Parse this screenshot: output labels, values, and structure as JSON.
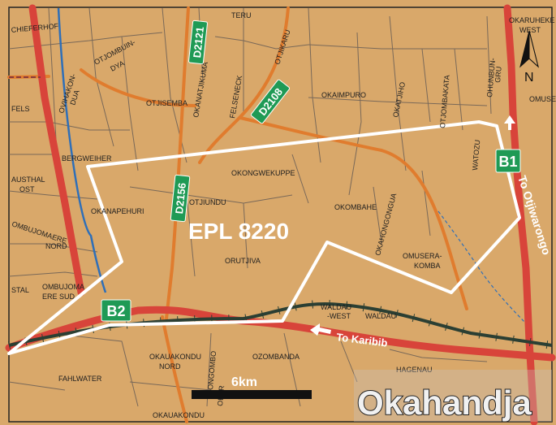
{
  "colors": {
    "land": "#d9a86a",
    "farm_boundary": "#6f6257",
    "trunk_road": "#d8443a",
    "district_road": "#e07c2e",
    "railway": "#2b3f33",
    "river": "#2f6fb8",
    "epl_boundary": "#ffffff",
    "shield": "#1f9a55"
  },
  "epl": {
    "label": "EPL 8220"
  },
  "roads": {
    "b1": "B1",
    "b2": "B2",
    "d2121": "D2121",
    "d2108": "D2108",
    "d2156": "D2156"
  },
  "directions": {
    "to_otjiwarongo": "To Otjiwarongo",
    "to_karibib": "To Karibib"
  },
  "scale_bar": {
    "label": "6km"
  },
  "north_arrow": {
    "label": "N"
  },
  "town": {
    "name": "Okahandja"
  },
  "farms": {
    "f1": "CHIEFERHOF",
    "f2": "OTJOMBUIN-",
    "f3": "DYA",
    "f4": "OVIHAKON-",
    "f5": "DUA",
    "f6": "OTJISEMBA",
    "f7": "OKANATJIKUMA",
    "f8": "FELSENECK",
    "f9": "OTJIKARU",
    "f10": "OKAIMPURO",
    "f11": "OKATJIHO",
    "f12": "OTJOMBAKATA",
    "f13": "OHUNBUN-",
    "f14": "GRU",
    "f15": "WATOZU",
    "f16": "OKARUHEKE",
    "f17": "WEST",
    "f18": "OMUSE",
    "f19": "FELS",
    "f20": "BERGWEIHER",
    "f21": "OKONGWEKUPPE",
    "f22": "AUSTHAL",
    "f23": "OST",
    "f24": "OTJIUNDU",
    "f25": "OKOMBAHE",
    "f26": "OKAHONGONGUA",
    "f27": "OKANAPEHURI",
    "f28": "OMBUJOMAERE",
    "f29": "NORD",
    "f30": "ORUTJIVA",
    "f31": "OMUSERA-",
    "f32": "KOMBA",
    "f33": "STAL",
    "f34": "OMBUJOMA",
    "f35": "ERE SUD",
    "f36": "WALDAU",
    "f37": "-WEST",
    "f38": "WALDAU",
    "f39": "FAHLWATER",
    "f40": "OKAUAKONDU",
    "f41": "NORD",
    "f42": "OZOMBANDA",
    "f43": "HAGENAU",
    "f44": "OKAUAKONDU",
    "f45": "ONGOMBO",
    "f46": "OBER",
    "f47": "TERU"
  }
}
